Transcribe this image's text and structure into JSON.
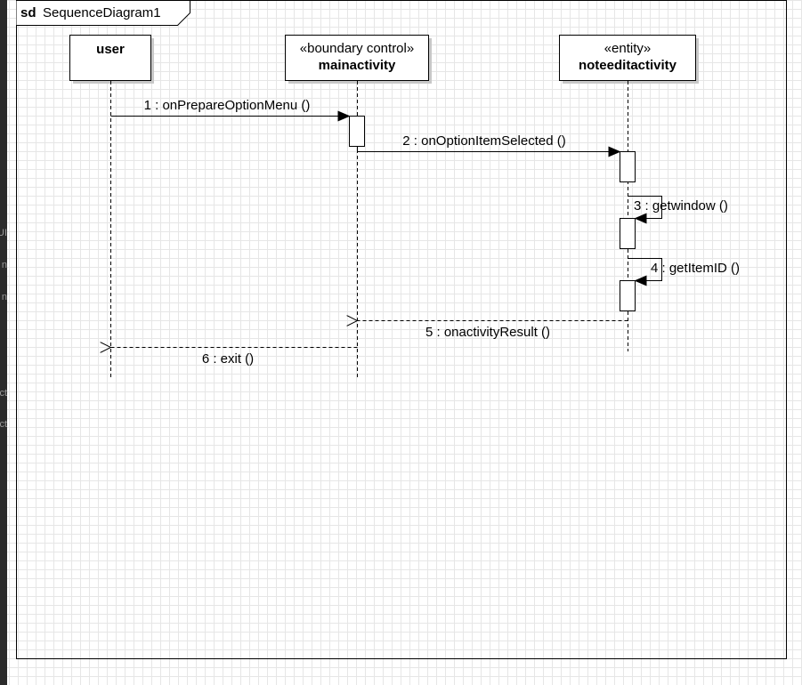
{
  "frame": {
    "keyword": "sd",
    "name": "SequenceDiagram1"
  },
  "lifelines": [
    {
      "id": "user",
      "stereotype": "",
      "name": "user"
    },
    {
      "id": "main",
      "stereotype": "«boundary control»",
      "name": "mainactivity"
    },
    {
      "id": "note",
      "stereotype": "«entity»",
      "name": "noteeditactivity"
    }
  ],
  "messages": [
    {
      "label": "1 : onPrepareOptionMenu  ()",
      "from": "user",
      "to": "main",
      "kind": "sync"
    },
    {
      "label": "2 : onOptionItemSelected  ()",
      "from": "main",
      "to": "note",
      "kind": "sync"
    },
    {
      "label": "3 : getwindow  ()",
      "from": "note",
      "to": "note",
      "kind": "self"
    },
    {
      "label": "4 : getItemID  ()",
      "from": "note",
      "to": "note",
      "kind": "self"
    },
    {
      "label": "5 : onactivityResult  ()",
      "from": "note",
      "to": "main",
      "kind": "return"
    },
    {
      "label": "6 : exit  ()",
      "from": "main",
      "to": "user",
      "kind": "return"
    }
  ],
  "side_panel": {
    "fragments": [
      "UI",
      "n",
      "n",
      "ct",
      "ct"
    ]
  },
  "colors": {
    "background": "#ffffff",
    "grid": "#e6e6e6",
    "stroke": "#000000",
    "shadow": "#c8c8c8",
    "side_panel": "#2b2b2b"
  }
}
